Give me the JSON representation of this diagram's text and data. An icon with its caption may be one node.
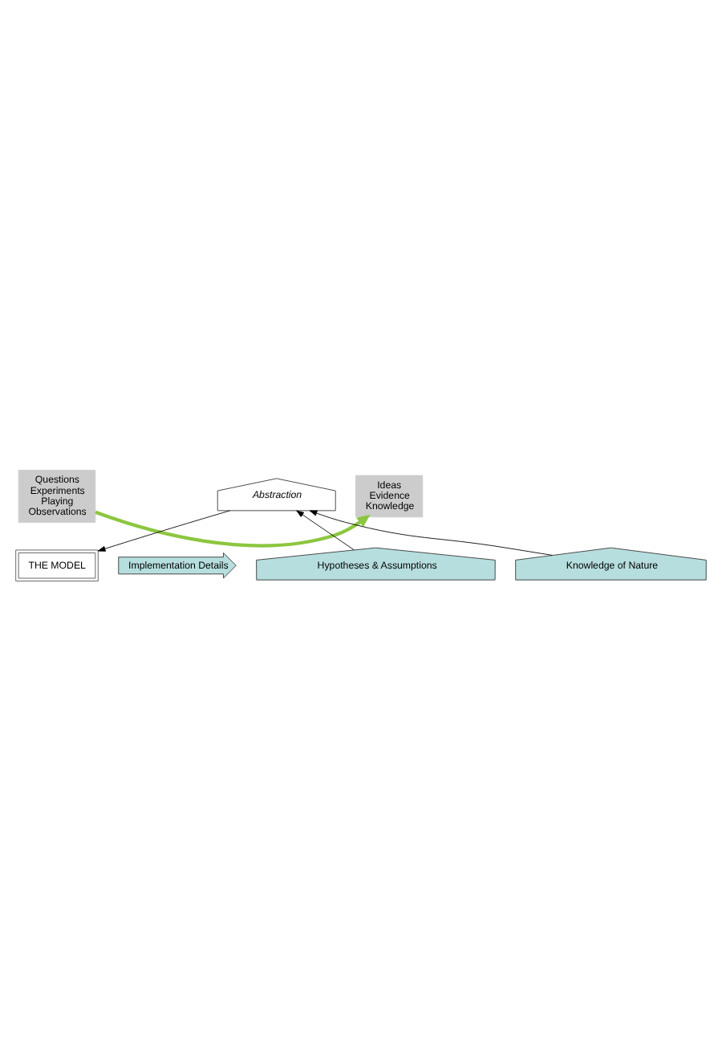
{
  "diagram": {
    "nodes": [
      {
        "text": [
          "Questions",
          "Experiments",
          "Playing",
          "Observations"
        ]
      },
      {
        "text": [
          "Ideas",
          "Evidence",
          "Knowledge"
        ]
      },
      {
        "text": [
          "THE MODEL"
        ]
      },
      {
        "text": [
          "Implementation Details"
        ]
      },
      {
        "text": [
          "Abstraction"
        ]
      },
      {
        "text": [
          "Hypotheses & Assumptions"
        ]
      },
      {
        "text": [
          "Knowledge of Nature"
        ]
      }
    ],
    "edges": [
      {
        "from": 0,
        "to": 1,
        "arrow": "to",
        "style": "thick",
        "color": "#8cc63f"
      },
      {
        "from": 4,
        "to": 2,
        "arrow": "to"
      },
      {
        "from": 5,
        "to": 4,
        "arrow": "to"
      },
      {
        "from": 6,
        "to": 4,
        "arrow": "to"
      }
    ]
  }
}
